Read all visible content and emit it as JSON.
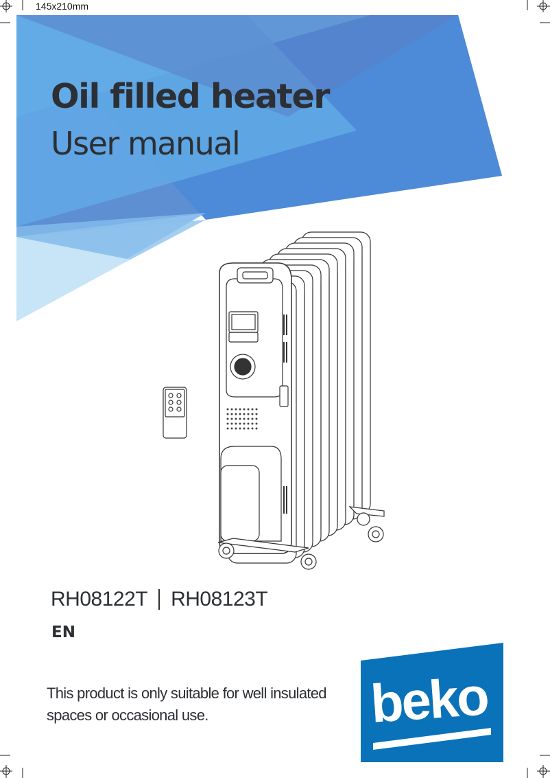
{
  "print_mark": {
    "size_label": "145x210mm"
  },
  "cover": {
    "title": "Oil filled heater",
    "subtitle": "User manual",
    "models": [
      "RH08122T",
      "RH08123T"
    ],
    "language": "EN",
    "notice_line1": "This product is only suitable for well insulated",
    "notice_line2": "spaces or occasional use."
  },
  "brand": {
    "name": "beko",
    "color": "#0a72b8"
  },
  "colors": {
    "banner_dark": "#4e7ecb",
    "banner_mid": "#5b95d8",
    "banner_light": "#66b3e8",
    "text": "#2c2f33"
  },
  "icons": [
    "crosshair-icon",
    "heater-illustration",
    "remote-control-illustration"
  ]
}
